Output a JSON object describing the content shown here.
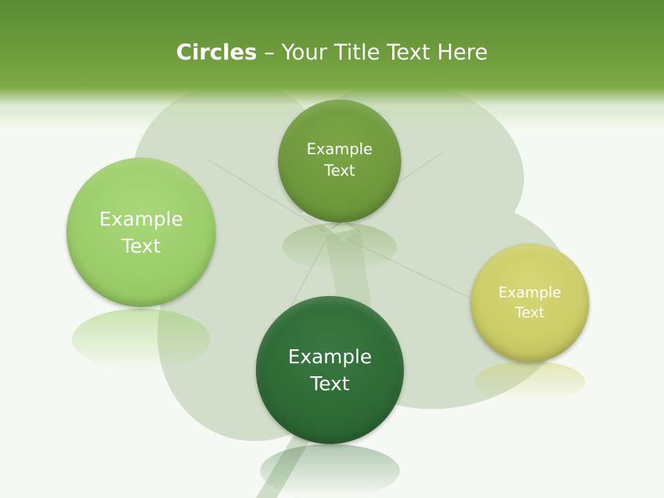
{
  "title": {
    "bold": "Circles",
    "rest": " – Your Title Text Here"
  },
  "circles": [
    {
      "line1": "Example",
      "line2": "Text",
      "color": "#9ccd6a"
    },
    {
      "line1": "Example",
      "line2": "Text",
      "color": "#6f9a3c"
    },
    {
      "line1": "Example",
      "line2": "Text",
      "color": "#2e6a36"
    },
    {
      "line1": "Example",
      "line2": "Text",
      "color": "#cbcd68"
    }
  ],
  "colors": {
    "header": "#6e9c3c",
    "background": "#f6f9f3",
    "clover": "#c9d8bf"
  }
}
